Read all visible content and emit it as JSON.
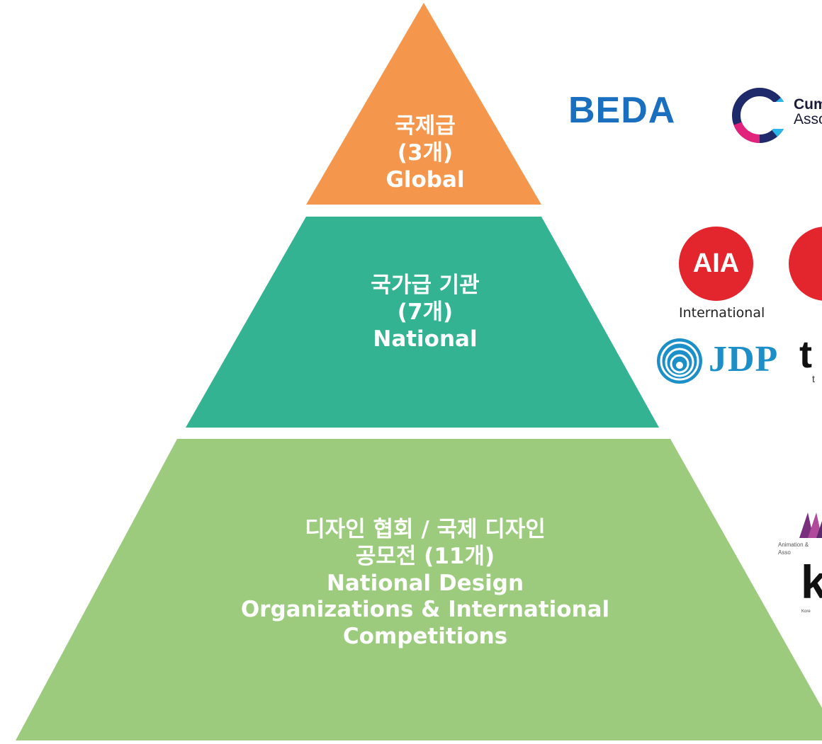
{
  "pyramid": {
    "tiers": [
      {
        "name": "global",
        "lines": [
          "국제급",
          "(3개)",
          "Global"
        ],
        "color": "#f5964d"
      },
      {
        "name": "national",
        "lines": [
          "국가급 기관",
          "(7개)",
          "National"
        ],
        "color": "#33b392"
      },
      {
        "name": "design",
        "lines": [
          "디자인 협회 / 국제 디자인",
          "공모전 (11개)",
          "National Design",
          "Organizations & International",
          "Competitions"
        ],
        "color": "#9ccb7e"
      }
    ]
  },
  "logos": {
    "beda": "BEDA",
    "cumulus_line1": "Cumu",
    "cumulus_line2": "Assoc",
    "aia": "AIA",
    "international": "International",
    "jdp": "JDP",
    "t_fragment": "t",
    "t_sub": "t",
    "av_line1": "Animation &",
    "av_line2": "Asso",
    "k_fragment": "k",
    "k_caption": "Kore"
  },
  "colors": {
    "beda_blue": "#1a6fbf",
    "aia_red": "#e3262d",
    "jdp_blue": "#1c8fc8",
    "av_purple": "#7a2e7e"
  }
}
